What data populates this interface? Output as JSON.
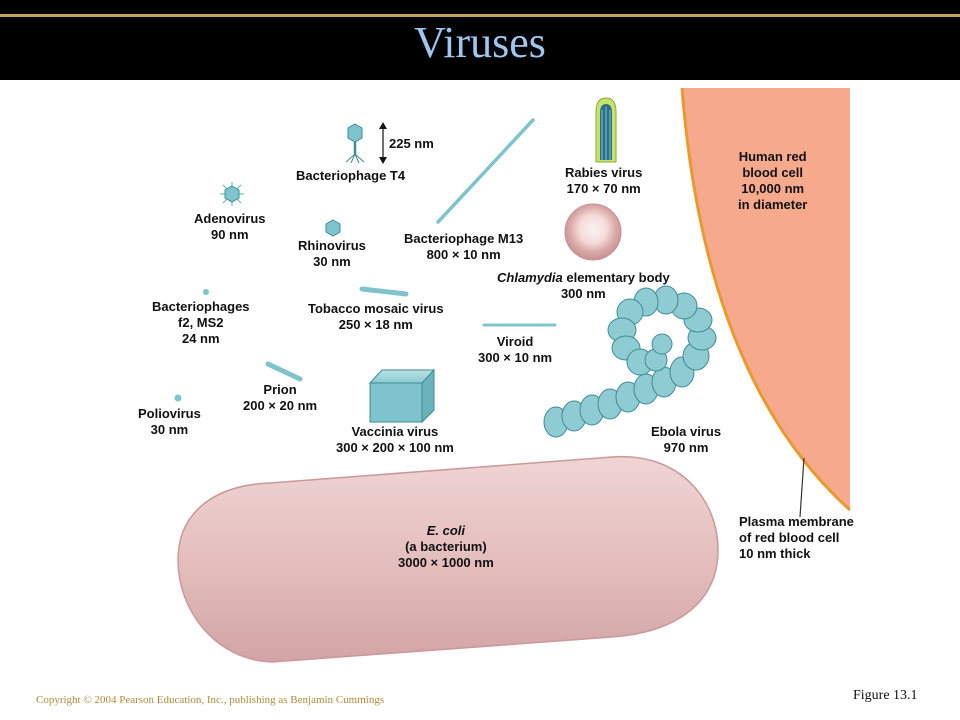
{
  "slide": {
    "title": "Viruses",
    "copyright": "Copyright © 2004 Pearson Education, Inc., publishing as Benjamin Cummings",
    "figure_caption": "Figure 13.1"
  },
  "colors": {
    "header_bg": "#000000",
    "header_rule": "#c8a45a",
    "title": "#9ec7f0",
    "virus_teal": "#7fc4cc",
    "red_blood_cell": "#f7a98e",
    "cell_membrane": "#e89a2e",
    "ecoli": "#e8c4c4",
    "copyright": "#b08a3a"
  },
  "labels": {
    "t4": {
      "name": "Bacteriophage T4",
      "size": "225 nm"
    },
    "adenovirus": {
      "name": "Adenovirus",
      "size": "90 nm"
    },
    "rhinovirus": {
      "name": "Rhinovirus",
      "size": "30 nm"
    },
    "m13": {
      "name": "Bacteriophage M13",
      "size": "800 × 10 nm"
    },
    "rabies": {
      "name": "Rabies virus",
      "size": "170 × 70 nm"
    },
    "rbc": {
      "line1": "Human red",
      "line2": "blood cell",
      "line3": "10,000 nm",
      "line4": "in diameter"
    },
    "chlamydia": {
      "italic": "Chlamydia",
      "rest": " elementary body",
      "size": "300 nm"
    },
    "f2": {
      "line1": "Bacteriophages",
      "line2": "f2, MS2",
      "size": "24 nm"
    },
    "tmv": {
      "name": "Tobacco mosaic virus",
      "size": "250 × 18 nm"
    },
    "viroid": {
      "name": "Viroid",
      "size": "300 × 10 nm"
    },
    "prion": {
      "name": "Prion",
      "size": "200 × 20 nm"
    },
    "polio": {
      "name": "Poliovirus",
      "size": "30 nm"
    },
    "vaccinia": {
      "name": "Vaccinia virus",
      "size": "300 × 200 × 100 nm"
    },
    "ebola": {
      "name": "Ebola virus",
      "size": "970 nm"
    },
    "ecoli": {
      "italic": "E. coli",
      "line2": "(a bacterium)",
      "size": "3000 × 1000 nm"
    },
    "membrane": {
      "line1": "Plasma membrane",
      "line2": "of red blood cell",
      "line3": "10 nm thick"
    }
  }
}
